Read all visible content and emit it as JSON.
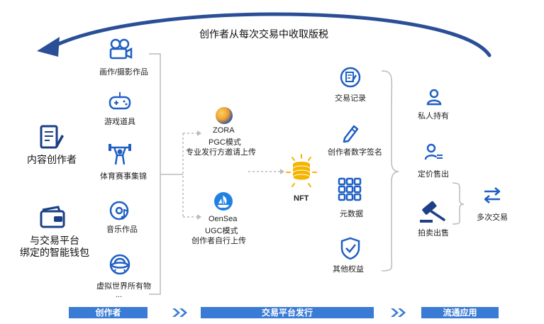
{
  "title": "创作者从每次交易中收取版税",
  "creator": {
    "label": "内容创作者",
    "wallet_line1": "与交易平台",
    "wallet_line2": "绑定的智能钱包"
  },
  "works": [
    "画作/摄影作品",
    "游戏道具",
    "体育赛事集锦",
    "音乐作品",
    "虚拟世界所有物"
  ],
  "works_more": "...",
  "platforms": {
    "zora": {
      "name": "ZORA",
      "mode": "PGC模式",
      "desc": "专业发行方邀请上传"
    },
    "oensea": {
      "name": "OenSea",
      "mode": "UGC模式",
      "desc": "创作者自行上传"
    }
  },
  "nft_label": "NFT",
  "attributes": [
    "交易记录",
    "创作者数字签名",
    "元数据",
    "其他权益"
  ],
  "circulation": [
    "私人持有",
    "定价售出",
    "拍卖出售"
  ],
  "multi_trade": "多次交易",
  "footer": {
    "stage1": "创作者",
    "stage2": "交易平台发行",
    "stage3": "流通应用"
  },
  "colors": {
    "accent": "#1f5fc4",
    "bar": "#3a7bd5",
    "arrow": "#2a4f96",
    "line": "#bbbbbb"
  }
}
